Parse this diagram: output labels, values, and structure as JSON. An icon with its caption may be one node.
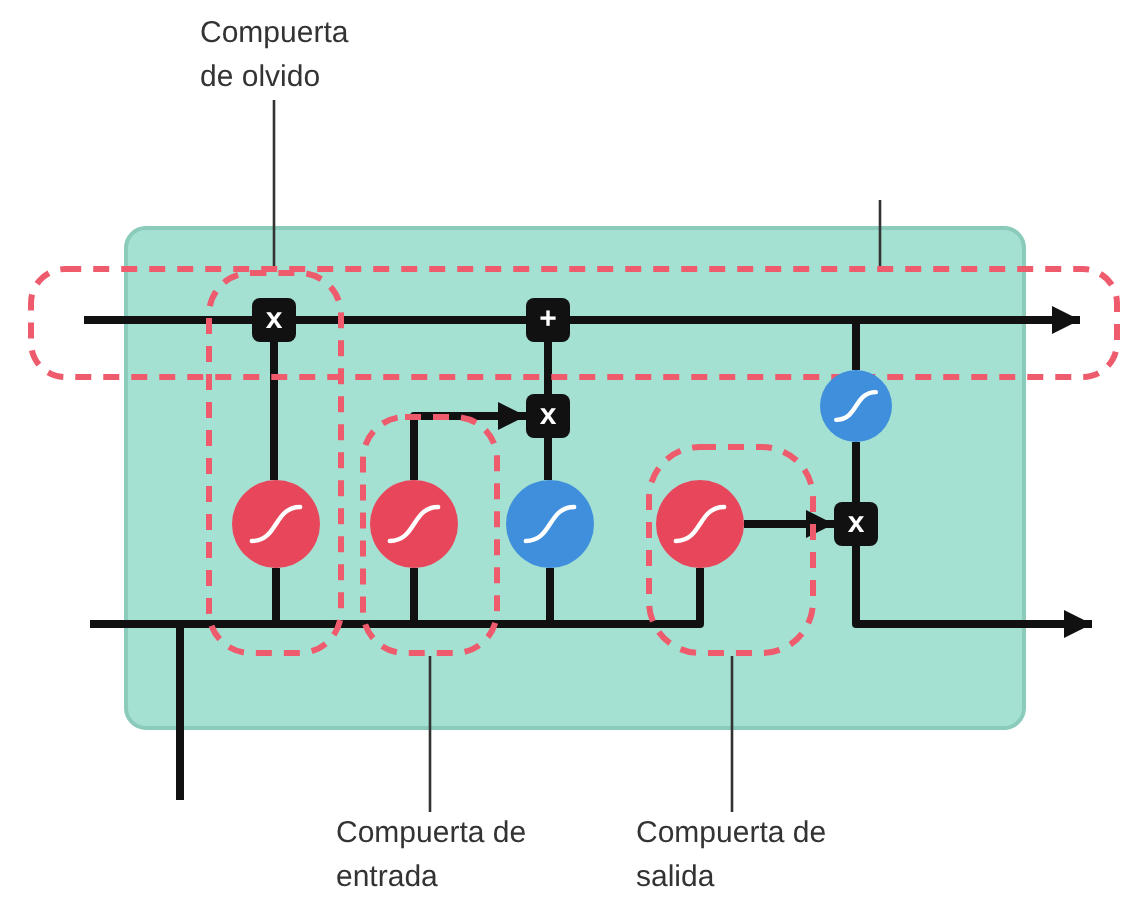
{
  "diagram": {
    "nodes": [
      {
        "text": [],
        "shape": "box"
      },
      {
        "text": [
          "Compuerta de olvido"
        ]
      },
      {
        "text": [],
        "shape": "box"
      },
      {
        "text": [],
        "shape": "box",
        "in": 0
      },
      {
        "text": [
          "x"
        ]
      },
      {
        "text": [
          "+"
        ],
        "in": 2
      },
      {
        "text": [
          "x"
        ],
        "in": 0
      },
      {
        "text": [],
        "shape": "circle",
        "in": 0
      },
      {
        "text": [],
        "shape": "circle",
        "in": 3
      },
      {
        "text": [],
        "shape": "box",
        "in": 0
      },
      {
        "text": [],
        "shape": "circle",
        "in": 9
      },
      {
        "text": [],
        "shape": "circle",
        "in": 0
      },
      {
        "text": [],
        "shape": "box",
        "in": 0
      },
      {
        "text": [],
        "shape": "circle",
        "in": 12
      },
      {
        "text": [
          "x"
        ],
        "in": 0
      },
      {
        "text": [
          "Compuerta de entrada"
        ]
      },
      {
        "text": [
          "Compuerta de salida"
        ]
      }
    ],
    "edges": [
      {
        "from": null,
        "to": 4,
        "arrow": "none"
      },
      {
        "from": 4,
        "to": 5,
        "arrow": "none"
      },
      {
        "from": 5,
        "to": null,
        "arrow": "to"
      },
      {
        "from": 5,
        "to": 7,
        "arrow": "none"
      },
      {
        "from": 6,
        "to": 5,
        "arrow": "none"
      },
      {
        "from": 8,
        "to": 4,
        "arrow": "none"
      },
      {
        "from": 10,
        "to": 6,
        "arrow": "to"
      },
      {
        "from": 11,
        "to": 6,
        "arrow": "none"
      },
      {
        "from": 13,
        "to": 14,
        "arrow": "to"
      },
      {
        "from": 7,
        "to": 14,
        "arrow": "none"
      },
      {
        "from": 14,
        "to": null,
        "arrow": "to"
      },
      {
        "from": null,
        "to": 8,
        "arrow": "none"
      },
      {
        "from": null,
        "to": 10,
        "arrow": "none"
      },
      {
        "from": null,
        "to": 11,
        "arrow": "none"
      },
      {
        "from": null,
        "to": 13,
        "arrow": "none"
      },
      {
        "from": 1,
        "to": 3,
        "arrow": "none"
      },
      {
        "from": 15,
        "to": 9,
        "arrow": "none"
      },
      {
        "from": 16,
        "to": 12,
        "arrow": "none"
      },
      {
        "from": null,
        "to": 2,
        "arrow": "none"
      }
    ]
  }
}
